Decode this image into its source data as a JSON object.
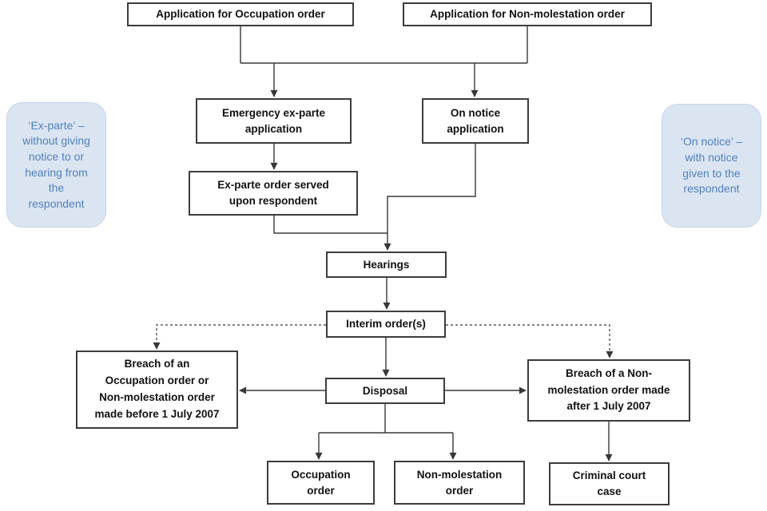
{
  "diagram": {
    "type": "flowchart",
    "nodes": {
      "app_occupation": {
        "label": "Application for Occupation order"
      },
      "app_non_molestation": {
        "label": "Application for Non-molestation order"
      },
      "emergency_ex_parte": {
        "label": "Emergency ex-parte\napplication"
      },
      "on_notice": {
        "label": "On notice\napplication"
      },
      "ex_parte_served": {
        "label": "Ex-parte order served\nupon respondent"
      },
      "hearings": {
        "label": "Hearings"
      },
      "interim_orders": {
        "label": "Interim order(s)"
      },
      "disposal": {
        "label": "Disposal"
      },
      "breach_before": {
        "label": "Breach of an\nOccupation order or\nNon-molestation order\nmade before 1 July 2007"
      },
      "breach_after": {
        "label": "Breach of a Non-\nmolestation order made\nafter 1 July 2007"
      },
      "occupation_order": {
        "label": "Occupation\norder"
      },
      "non_molestation_order": {
        "label": "Non-molestation\norder"
      },
      "criminal_court_case": {
        "label": "Criminal court\ncase"
      }
    },
    "notes": {
      "ex_parte_note": {
        "text": "‘Ex-parte’ –\nwithout giving\nnotice to or\nhearing from\nthe\nrespondent"
      },
      "on_notice_note": {
        "text": "‘On notice’ –\nwith notice\ngiven to the\nrespondent"
      }
    },
    "colors": {
      "node_border": "#3c3c3c",
      "node_background": "#ffffff",
      "node_text": "#111111",
      "connector": "#383838",
      "note_background": "#dbe5f1",
      "note_border": "#c6d5ea",
      "note_text": "#4f81bd"
    }
  }
}
